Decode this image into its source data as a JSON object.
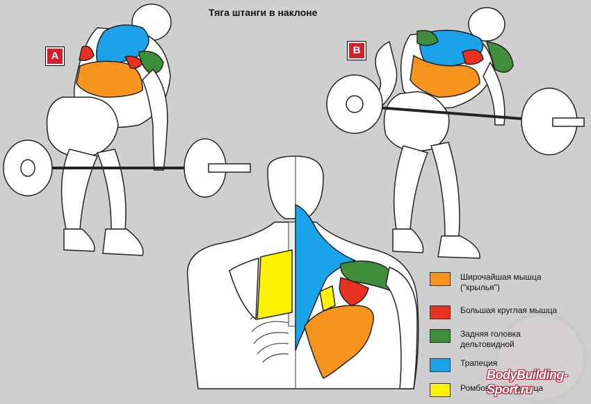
{
  "title": "Тяга штанги в наклоне",
  "figures": {
    "left_label": "A",
    "right_label": "B"
  },
  "legend": [
    {
      "label": "Широчайшая мышца (\"крылья\")",
      "color": "#f7941d"
    },
    {
      "label": "Большая круглая мышца",
      "color": "#e8321f"
    },
    {
      "label": "Задняя головка дельтовидной",
      "color": "#3f8f3a"
    },
    {
      "label": "Трапеция",
      "color": "#1aa3e8"
    },
    {
      "label": "Ромбовидная мышца",
      "color": "#fff200"
    }
  ],
  "watermark": "BodyBuilding-Sport.ru",
  "colors": {
    "background": "#cfcfcf",
    "badge": "#d0202a",
    "outline": "#222222",
    "body": "#ffffff"
  }
}
